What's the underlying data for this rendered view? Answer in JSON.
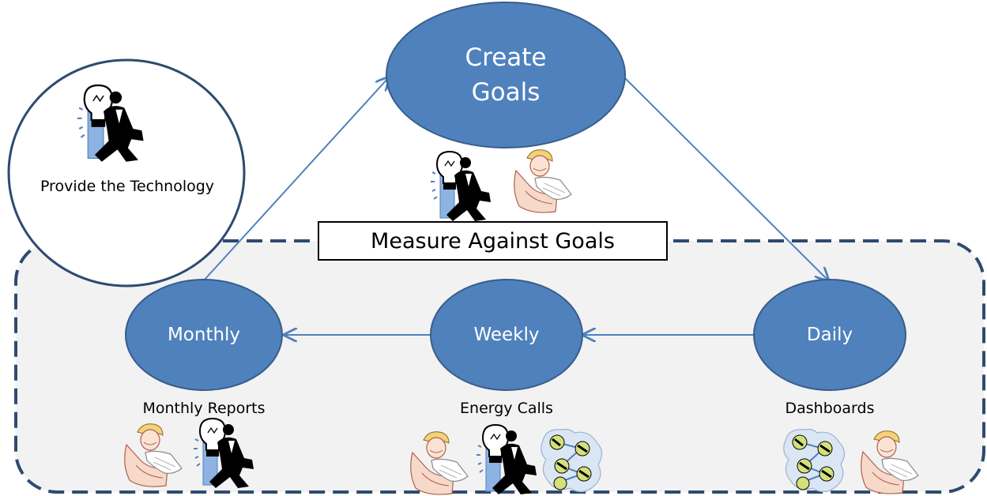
{
  "colors": {
    "node_fill": "#4f81bd",
    "node_stroke": "#385d8a",
    "arrow": "#4f81bd",
    "dashed_border": "#2e4a70",
    "region_fill": "#f2f2f2"
  },
  "nodes": {
    "create_goals": {
      "line1": "Create",
      "line2": "Goals"
    },
    "monthly": "Monthly",
    "weekly": "Weekly",
    "daily": "Daily"
  },
  "technology": {
    "label": "Provide the Technology",
    "icon": "idea-businessman-icon"
  },
  "measure_label": "Measure Against Goals",
  "captions": {
    "monthly": "Monthly Reports",
    "weekly": "Energy Calls",
    "daily": "Dashboards"
  },
  "icons": {
    "engineer": "engineer-with-blueprints-icon",
    "idea": "idea-businessman-icon",
    "network": "network-people-icon"
  }
}
